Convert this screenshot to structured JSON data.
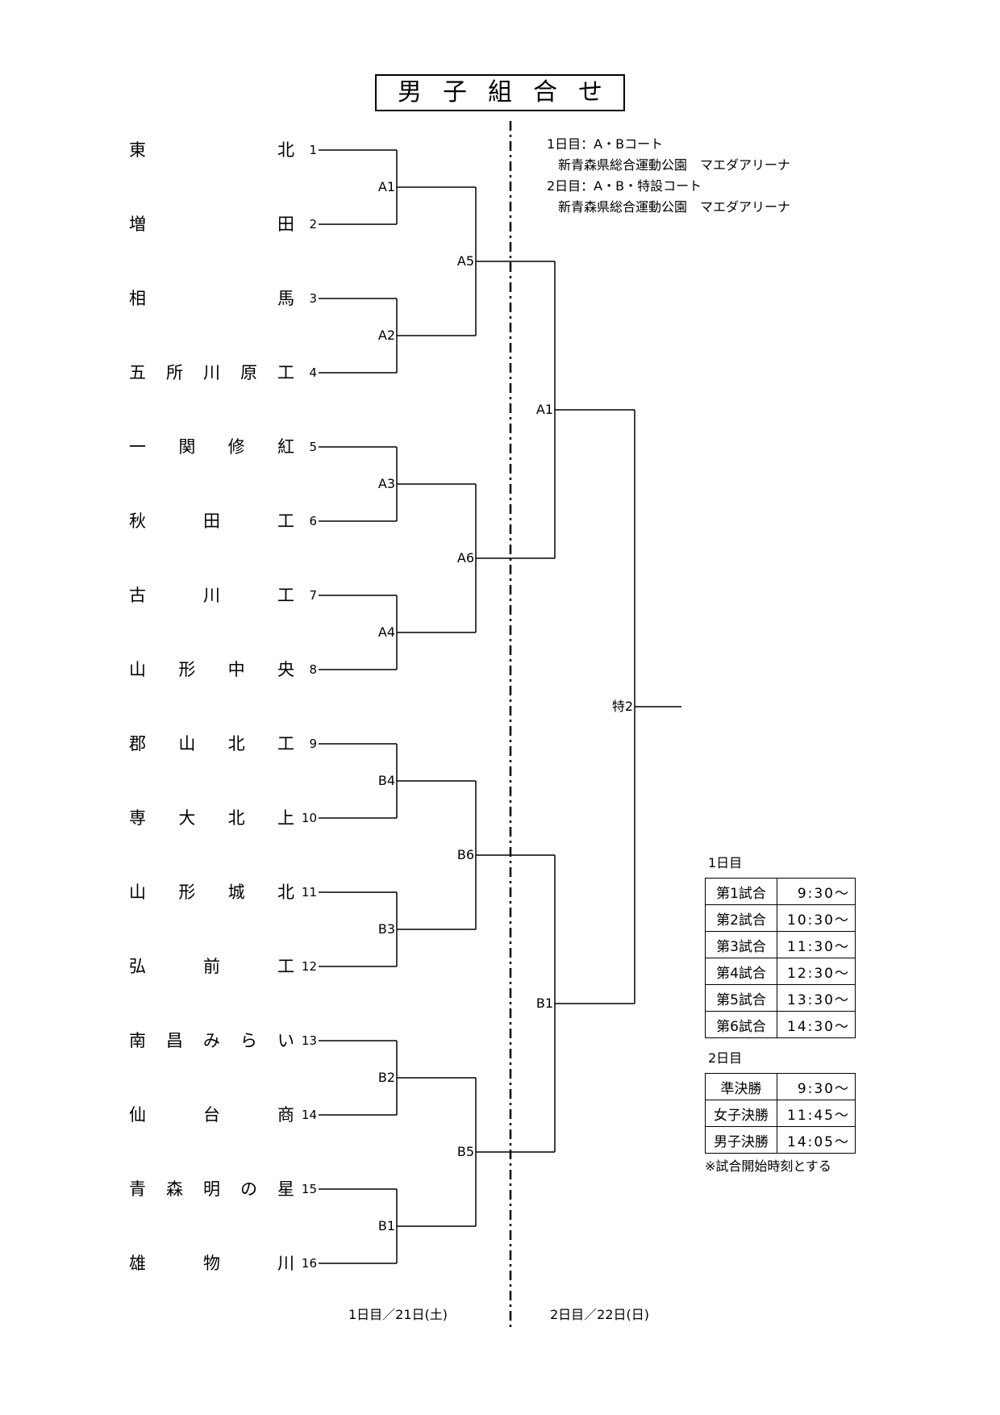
{
  "title": "男子組合せ",
  "teams": [
    {
      "name": "東北",
      "seed": "1"
    },
    {
      "name": "増田",
      "seed": "2"
    },
    {
      "name": "相馬",
      "seed": "3"
    },
    {
      "name": "五所川原工",
      "seed": "4"
    },
    {
      "name": "一関修紅",
      "seed": "5"
    },
    {
      "name": "秋田工",
      "seed": "6"
    },
    {
      "name": "古川工",
      "seed": "7"
    },
    {
      "name": "山形中央",
      "seed": "8"
    },
    {
      "name": "郡山北工",
      "seed": "9"
    },
    {
      "name": "専大北上",
      "seed": "10"
    },
    {
      "name": "山形城北",
      "seed": "11"
    },
    {
      "name": "弘前工",
      "seed": "12"
    },
    {
      "name": "南昌みらい",
      "seed": "13"
    },
    {
      "name": "仙台商",
      "seed": "14"
    },
    {
      "name": "青森明の星",
      "seed": "15"
    },
    {
      "name": "雄物川",
      "seed": "16"
    }
  ],
  "matches": {
    "r1": [
      "A1",
      "A2",
      "A3",
      "A4",
      "B4",
      "B3",
      "B2",
      "B1"
    ],
    "r2": [
      "A5",
      "A6",
      "B6",
      "B5"
    ],
    "r3": [
      "A1",
      "B1"
    ],
    "final": "特2"
  },
  "venue": {
    "line1": "1日目：A・Bコート",
    "line2": "新青森県総合運動公園　マエダアリーナ",
    "line3": "2日目：A・B・特設コート",
    "line4": "新青森県総合運動公園　マエダアリーナ"
  },
  "schedule": {
    "day1_label": "1日目",
    "day1": [
      {
        "match": "第1試合",
        "time": "9:30〜"
      },
      {
        "match": "第2試合",
        "time": "10:30〜"
      },
      {
        "match": "第3試合",
        "time": "11:30〜"
      },
      {
        "match": "第4試合",
        "time": "12:30〜"
      },
      {
        "match": "第5試合",
        "time": "13:30〜"
      },
      {
        "match": "第6試合",
        "time": "14:30〜"
      }
    ],
    "day2_label": "2日目",
    "day2": [
      {
        "match": "準決勝",
        "time": "9:30〜"
      },
      {
        "match": "女子決勝",
        "time": "11:45〜"
      },
      {
        "match": "男子決勝",
        "time": "14:05〜"
      }
    ],
    "note": "※試合開始時刻とする"
  },
  "footer": {
    "day1": "1日目／21日(土)",
    "day2": "2日目／22日(日)"
  }
}
